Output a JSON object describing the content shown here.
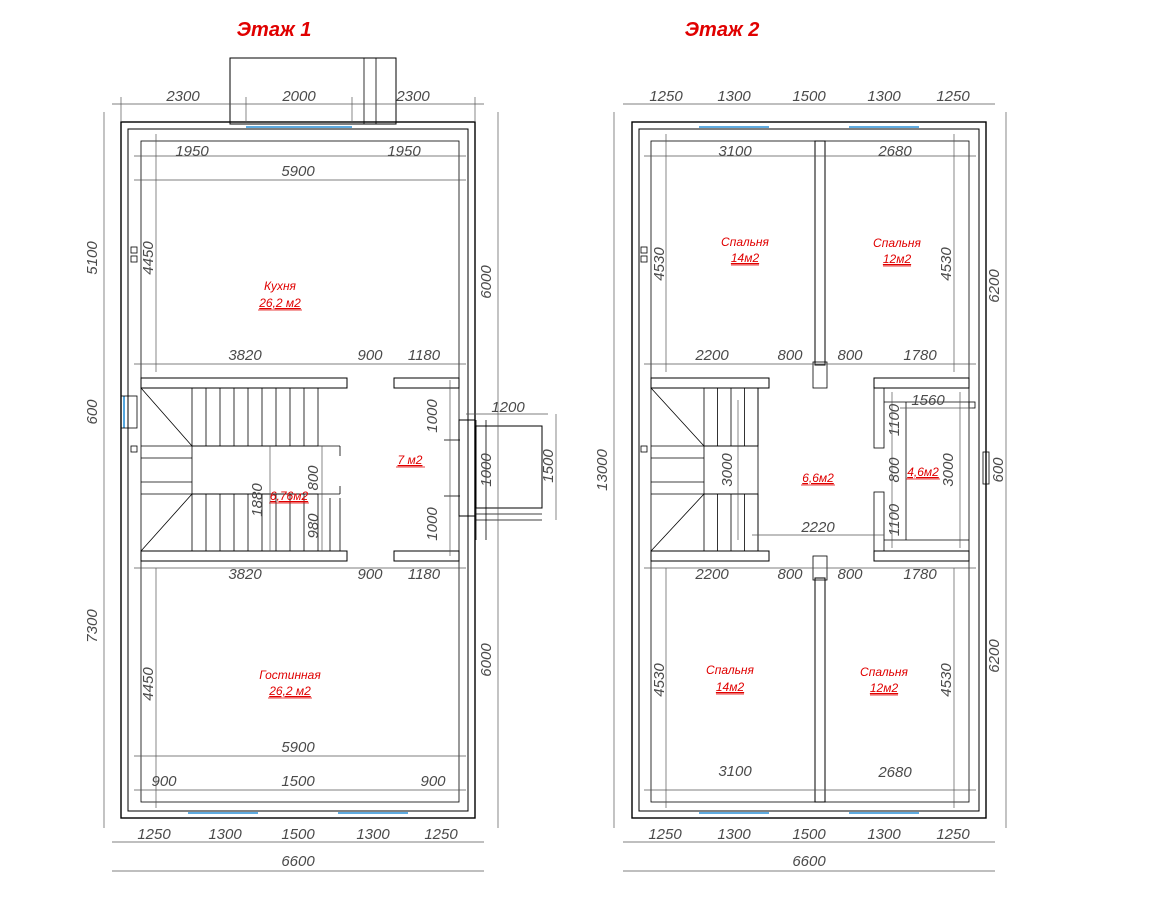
{
  "floor1": {
    "title": "Этаж 1",
    "rooms": {
      "kitchen": {
        "name": "Кухня",
        "area": "26,2 м2"
      },
      "hall": {
        "area": "7 м2"
      },
      "stair": {
        "area": "6,76м2"
      },
      "living": {
        "name": "Гостинная",
        "area": "26,2 м2"
      }
    },
    "dims": {
      "top_left": "2300",
      "top_mid": "2000",
      "top_right": "2300",
      "in_left": "1950",
      "in_right": "1950",
      "in_width": "5900",
      "h_kitchen": "4450",
      "h_outer_top": "5100",
      "h_right_top": "6000",
      "upper_stair": "3820",
      "upper_door": "900",
      "upper_right": "1180",
      "lower_stair": "3820",
      "lower_door": "900",
      "lower_right": "1180",
      "left_window": "600",
      "porch_w": "1200",
      "porch_h": "1500",
      "door_a": "1000",
      "door_b": "1000",
      "door_c": "1000",
      "stair_1880": "1880",
      "stair_800": "800",
      "stair_980": "980",
      "h_outer_bottom": "7300",
      "h_right_bottom": "6000",
      "h_living": "4450",
      "bottom_in_width": "5900",
      "bw_left": "900",
      "bw_mid": "1500",
      "bw_right": "900",
      "b1": "1250",
      "b2": "1300",
      "b3": "1500",
      "b4": "1300",
      "b5": "1250",
      "total": "6600"
    }
  },
  "floor2": {
    "title": "Этаж 2",
    "rooms": {
      "bed_tl": {
        "name": "Спальня",
        "area": "14м2"
      },
      "bed_tr": {
        "name": "Спальня",
        "area": "12м2"
      },
      "hall": {
        "area": "6,6м2"
      },
      "bath": {
        "area": "4,6м2"
      },
      "bed_bl": {
        "name": "Спальня",
        "area": "14м2"
      },
      "bed_br": {
        "name": "Спальня",
        "area": "12м2"
      }
    },
    "dims": {
      "t1": "1250",
      "t2": "1300",
      "t3": "1500",
      "t4": "1300",
      "t5": "1250",
      "in_left": "3100",
      "in_right": "2680",
      "h_left_top": "4530",
      "h_right_top": "4530",
      "h_outer_top": "6200",
      "up_2200": "2200",
      "up_800a": "800",
      "up_800b": "800",
      "up_1780": "1780",
      "bath_1560": "1560",
      "bath_1100a": "1100",
      "bath_800": "800",
      "bath_1100b": "1100",
      "stair_3000": "3000",
      "bath_3000": "3000",
      "right_window": "600",
      "hall_2220": "2220",
      "h_total": "13000",
      "lo_2200": "2200",
      "lo_800a": "800",
      "lo_800b": "800",
      "lo_1780": "1780",
      "h_left_bot": "4530",
      "h_right_bot": "4530",
      "h_outer_bot": "6200",
      "bin_left": "3100",
      "bin_right": "2680",
      "b1": "1250",
      "b2": "1300",
      "b3": "1500",
      "b4": "1300",
      "b5": "1250",
      "total": "6600"
    }
  },
  "colors": {
    "label": "#e00000",
    "window": "#2a8fd6",
    "dimension": "#4a4a4a"
  }
}
